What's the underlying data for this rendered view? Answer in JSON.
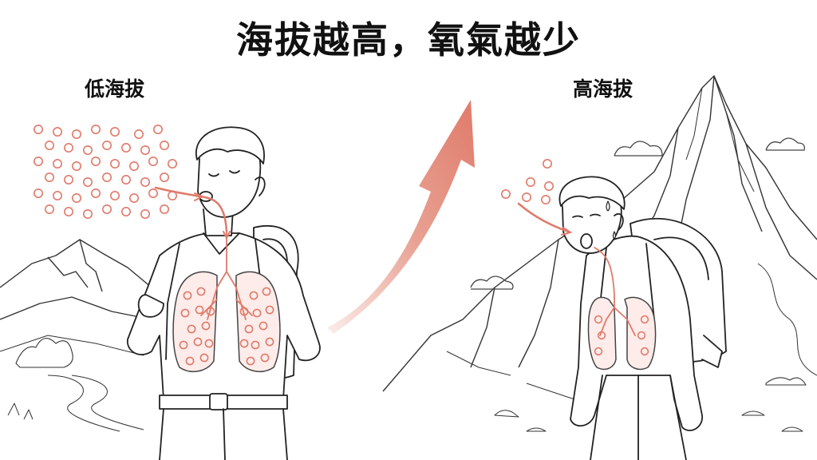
{
  "title": "海拔越高，氧氣越少",
  "labels": {
    "low": "低海拔",
    "high": "高海拔"
  },
  "colors": {
    "oxygen": "#e07a6a",
    "arrow": "#e28a78",
    "ink": "#222222"
  },
  "oxygen": {
    "low_air_count": 44,
    "low_lung_count": 24,
    "high_air_count": 6,
    "high_lung_count": 6
  },
  "icons": [
    "mountain-icon",
    "cloud-icon",
    "oxygen-bubble-icon",
    "lung-icon",
    "up-arrow-icon"
  ]
}
